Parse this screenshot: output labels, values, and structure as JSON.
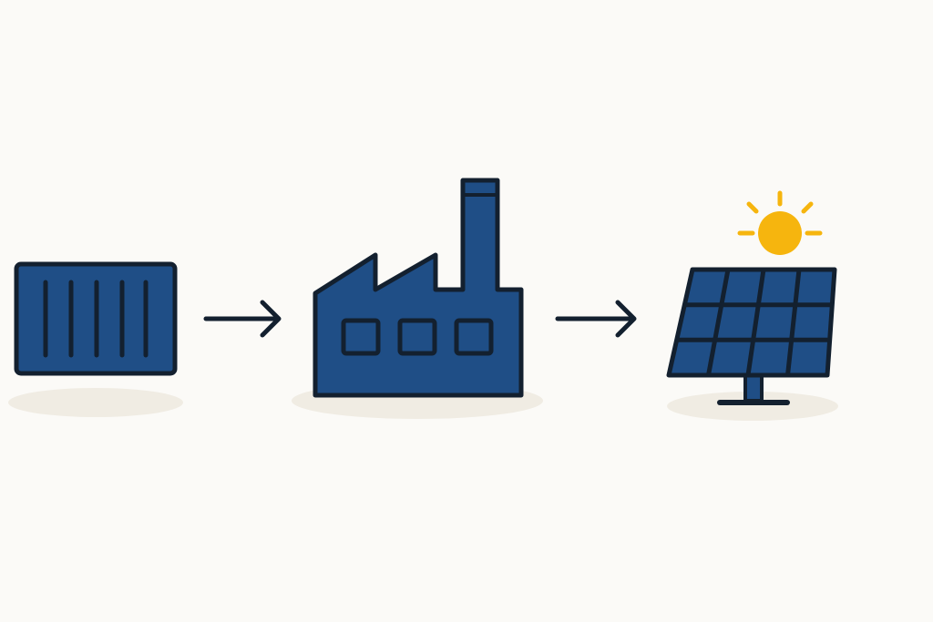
{
  "diagram": {
    "kind": "process-flow",
    "steps": [
      {
        "icon": "shipping-container-icon"
      },
      {
        "icon": "factory-icon"
      },
      {
        "icon": "solar-panel-icon"
      }
    ],
    "connectors": [
      {
        "icon": "arrow-right-icon",
        "from": 0,
        "to": 1
      },
      {
        "icon": "arrow-right-icon",
        "from": 1,
        "to": 2
      }
    ],
    "accent_icon": "sun-icon"
  },
  "colors": {
    "background": "#fbfaf7",
    "fill": "#1f4e86",
    "outline": "#13202f",
    "sun": "#f6b50e",
    "shadow": "#f0ece3",
    "arrow": "#13202f"
  }
}
